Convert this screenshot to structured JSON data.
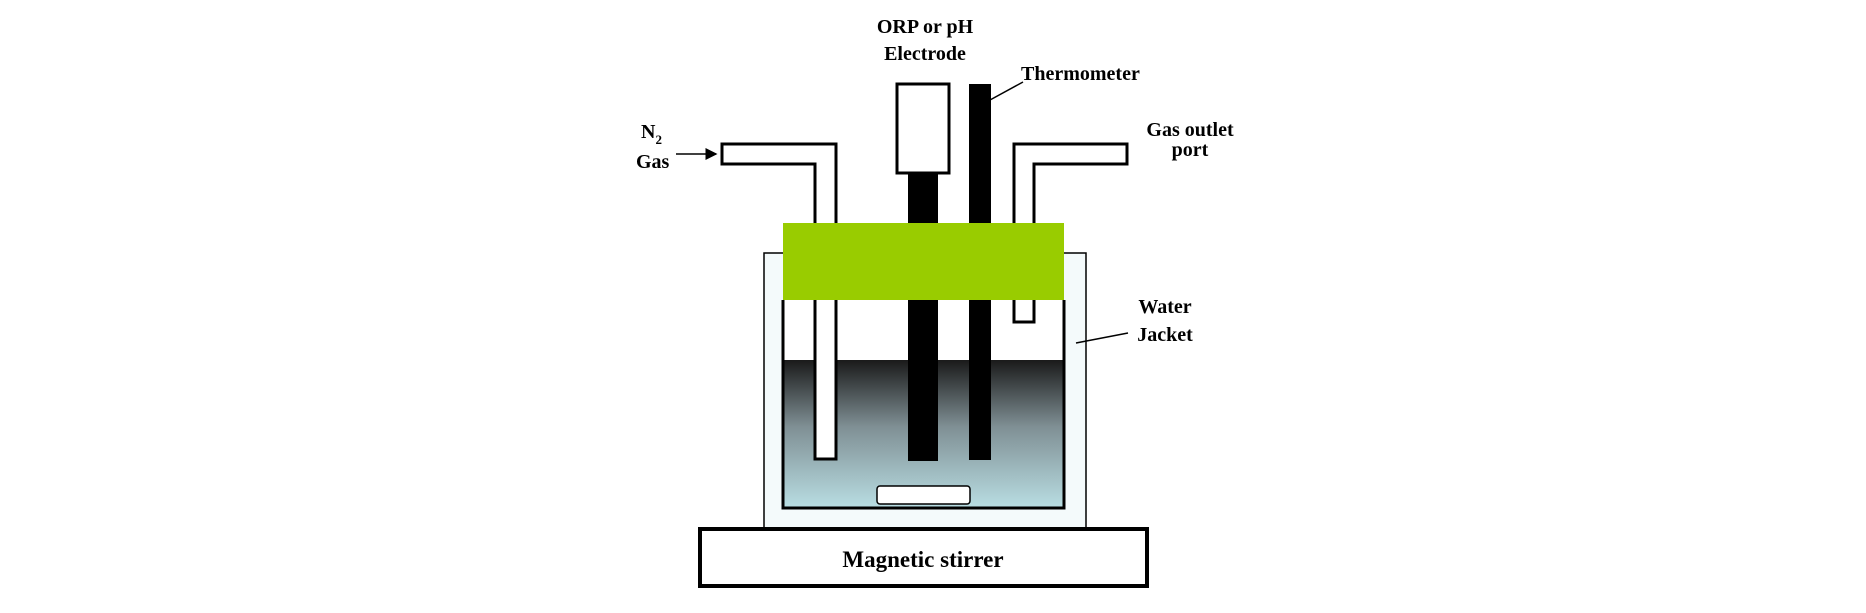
{
  "labels": {
    "electrode_line1": "ORP or pH",
    "electrode_line2": "Electrode",
    "thermometer": "Thermometer",
    "n2_main": "N",
    "n2_sub": "2",
    "gas": "Gas",
    "gas_outlet_line1": "Gas outlet",
    "gas_outlet_line2": "port",
    "water": "Water",
    "jacket": "Jacket",
    "stirrer": "Magnetic stirrer"
  },
  "colors": {
    "lid": "#99cc00",
    "jacket_fill": "#f4fafb",
    "liquid_top": "#1a1a1a",
    "liquid_mid": "#7f8f94",
    "liquid_bottom": "#b9dee3",
    "probe": "#000000",
    "outline": "#000000"
  }
}
